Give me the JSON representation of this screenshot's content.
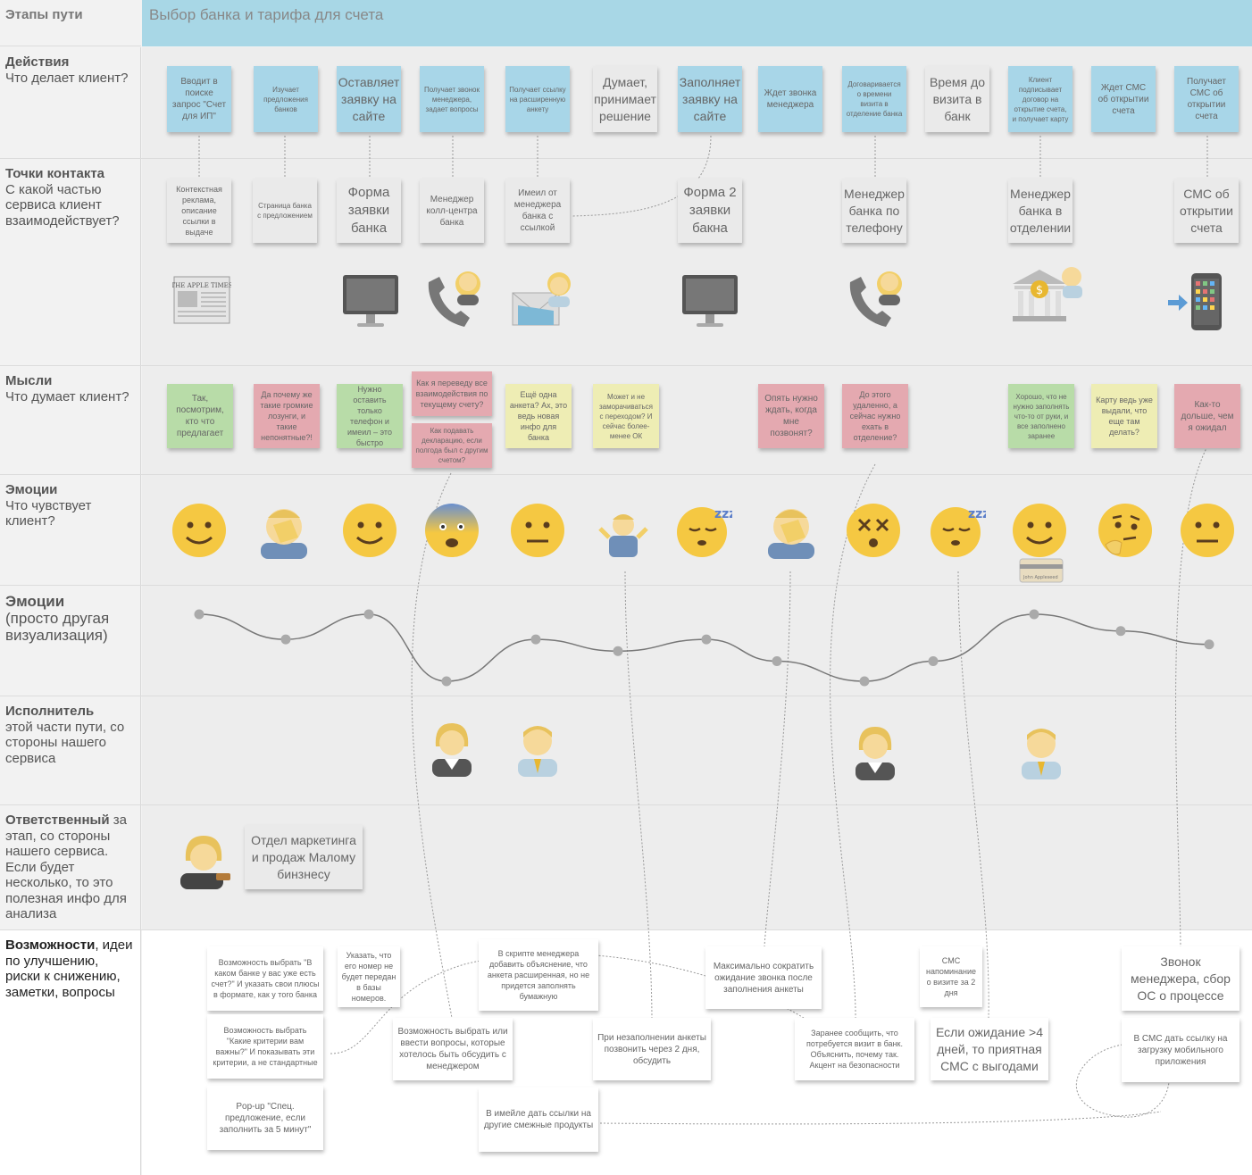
{
  "stage": {
    "label": "Этапы пути",
    "title": "Выбор банка и тарифа для счета"
  },
  "rows": {
    "actions": {
      "title": "Действия",
      "sub": "Что делает клиент?"
    },
    "touchpoints": {
      "title": "Точки контакта",
      "sub": "С какой частью сервиса клиент взаимодействует?"
    },
    "thoughts": {
      "title": "Мысли",
      "sub": "Что думает клиент?"
    },
    "emotions": {
      "title": "Эмоции",
      "sub": "Что чувствует клиент?"
    },
    "emotions2": {
      "title": "Эмоции",
      "sub": "(просто другая визуализация)"
    },
    "executor": {
      "title": "Исполнитель",
      "sub": "этой части пути, со стороны нашего сервиса"
    },
    "responsible": {
      "title": "Ответственный",
      "sub": "за этап, со стороны нашего сервиса. Если будет несколько, то это полезная инфо для анализа"
    },
    "opportunities": {
      "title": "Возможности",
      "sub": ", идеи по улучшению, риски к снижению, заметки, вопросы"
    }
  },
  "actions": [
    "Вводит  в поиске запрос \"Счет для ИП\"",
    "Изучает предложения банков",
    "Оставляет заявку на сайте",
    "Получает звонок менеджера, задает вопросы",
    "Получает ссылку на расширенную анкету",
    "Думает, принимает решение",
    "Заполняет заявку на сайте",
    "Ждет звонка менеджера",
    "Договаривается о времени визита в отделение банка",
    "Время до визита в банк",
    "Клиент подписывает договор на открытие счета, и получает карту",
    "Ждет СМС об открытии счета",
    "Получает СМС об открытии счета"
  ],
  "touchpoints": [
    "Контекстная реклама, описание ссылки в выдаче",
    "Страница банка с предложением",
    "Форма заявки банка",
    "Менеджер колл-центра банка",
    "Имеил от менеджера банка с ссылкой",
    "Форма 2 заявки бакна",
    "Менеджер банка по телефону",
    "Менеджер банка в отделении",
    "СМС об открытии счета"
  ],
  "thoughts": [
    "Так, посмотрим, кто что предлагает",
    "Да почему же такие громкие лозунги, и такие непонятные?!",
    "Нужно оставить только телефон и имеил – это быстро",
    "Как я переведу все взаимодействия по текущему счету?",
    "Как подавать декларацию, если полгода был с другим счетом?",
    "Ещё одна анкета? Ах, это ведь новая инфо для банка",
    "Может и не заморачиваться с переходом? И сейчас более-менее ОК",
    "Опять нужно ждать, когда мне позвонят?",
    "До этого удаленно, а сейчас нужно ехать в отделение?",
    "Хорошо, что не нужно заполнять что-то от руки, и все заполнено заранее",
    "Карту ведь уже выдали, что еще там делать?",
    "Как-то дольше, чем я ожидал"
  ],
  "newspaper_text": "THE APPLE TIMES",
  "card_text": "John Appleseed",
  "responsible_text": "Отдел маркетинга и продаж Малому бинзнесу",
  "opportunities": [
    "Возможность выбрать \"В каком банке у вас уже есть счет?\" И указать свои плюсы в формате, как у того банка",
    "Указать, что его номер не будет передан в базы номеров.",
    "В скрипте менеджера добавить объяснение, что анкета расширенная, но не придется заполнять бумажную",
    "Максимально сократить ожидание звонка после заполнения анкеты",
    "СМС напоминание о визите за 2 дня",
    "Звонок менеджера, сбор ОС о процессе",
    "Возможность выбрать \"Какие критерии вам важны?\" И показывать эти критерии, а не стандартные",
    "Возможность выбрать или ввести вопросы, которые хотелось быть обсудить с менеджером",
    "При незаполнении анкеты позвонить через 2 дня, обсудить",
    "Заранее сообщить, что потребуется визит в банк. Объяснить, почему так. Акцент на безопасности",
    "Если ожидание >4 дней, то приятная СМС с выгодами",
    "В СМС дать ссылку на загрузку мобильного приложения",
    "Pop-up \"Спец. предложение, если заполнить за 5 минут\"",
    "В имейле дать ссылки на другие смежные продукты"
  ],
  "chart_data": {
    "type": "line",
    "x": [
      1,
      2,
      3,
      4,
      5,
      6,
      7,
      8,
      9,
      10,
      11,
      12,
      13
    ],
    "series": [
      {
        "values": [
          4,
          2.5,
          4,
          0,
          2.5,
          1.8,
          2.5,
          1.2,
          0,
          1.2,
          4,
          3,
          2.2
        ]
      }
    ]
  }
}
